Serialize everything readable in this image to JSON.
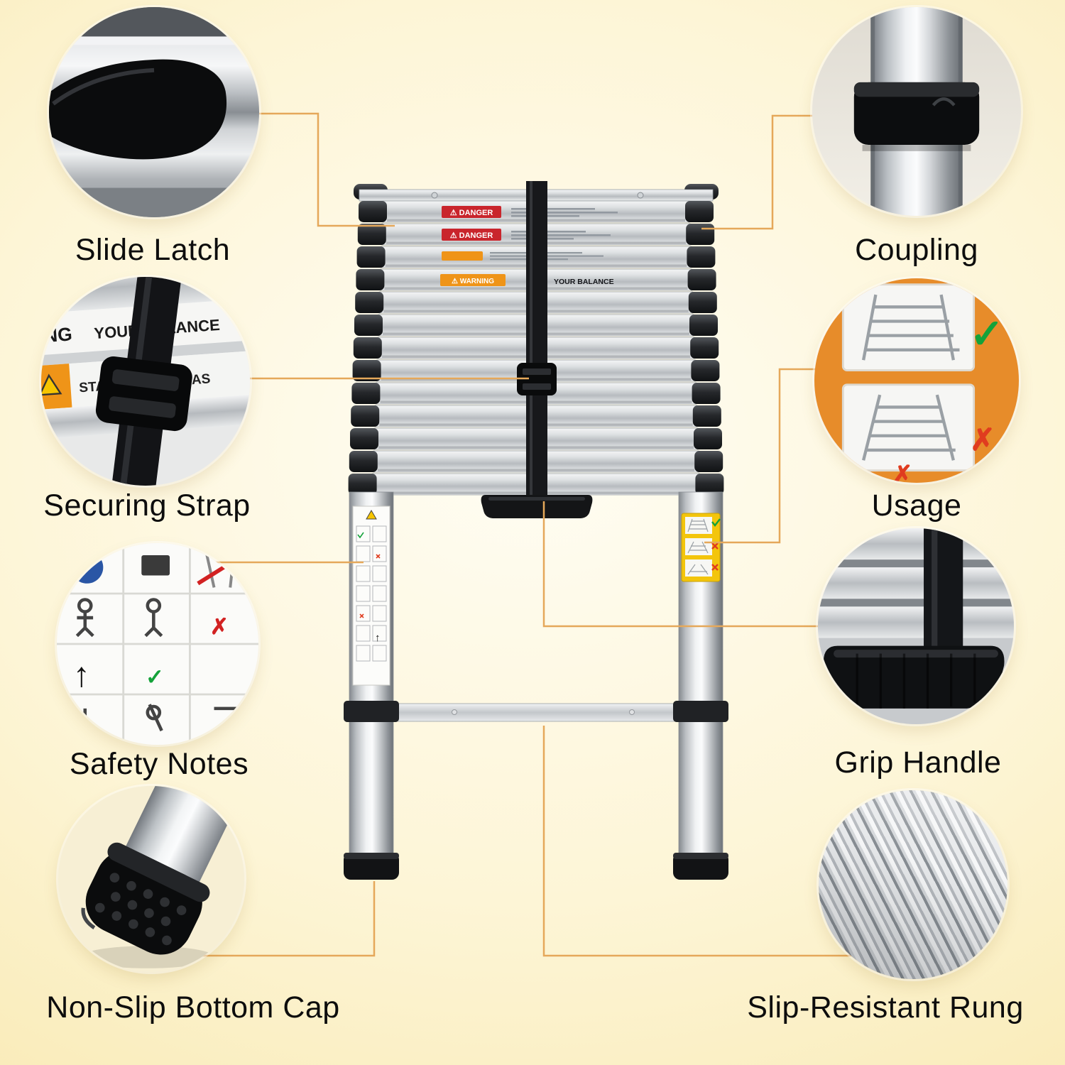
{
  "callouts": {
    "slide_latch": "Slide Latch",
    "coupling": "Coupling",
    "securing_strap": "Securing Strap",
    "usage": "Usage",
    "safety_notes": "Safety Notes",
    "grip_handle": "Grip Handle",
    "non_slip_cap": "Non-Slip Bottom Cap",
    "slip_rung": "Slip-Resistant Rung"
  },
  "ladder_labels": {
    "danger_badge": "⚠ DANGER",
    "warning_badge": "⚠ WARNING",
    "balance": "YOUR BALANCE"
  },
  "strap_circle": {
    "frag1": "NING",
    "frag2": "YOUR BALANCE",
    "frag3": "STAND ON THE LAS"
  },
  "icons": {
    "warning_triangle": "⚠",
    "check": "✓",
    "cross": "✗",
    "up_arrow": "↑"
  },
  "colors": {
    "connector_line": "#E5A85A",
    "background_edge": "#F6E5A4",
    "background_center": "#FFFDF4",
    "danger_red": "#C9252C",
    "warning_orange": "#EF9418",
    "check_green": "#14A23A",
    "cross_red": "#E03C1F"
  }
}
